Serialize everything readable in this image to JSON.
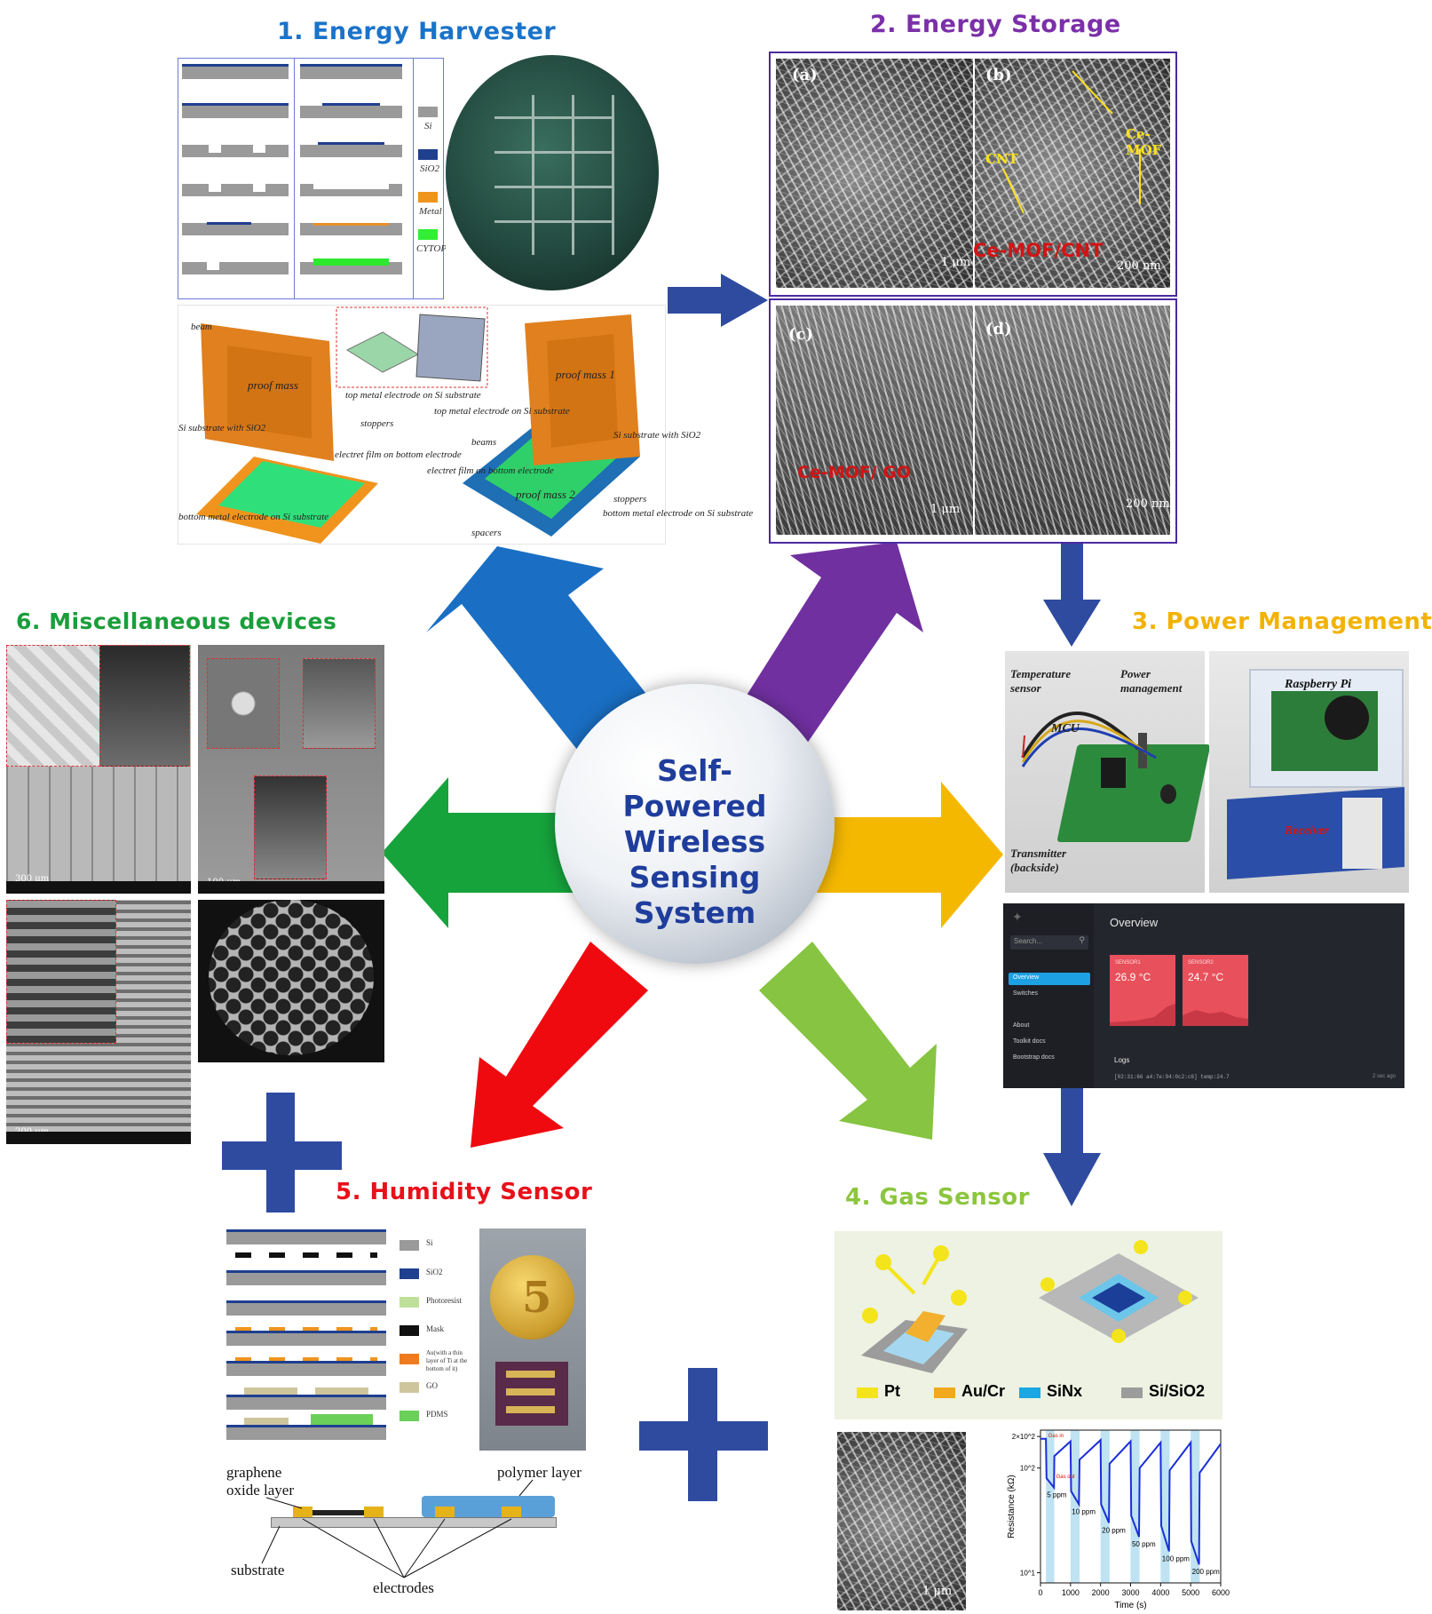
{
  "center": {
    "lines": [
      "Self-",
      "Powered",
      "Wireless",
      "Sensing",
      "System"
    ]
  },
  "sections": {
    "harvester": {
      "title": "1. Energy Harvester",
      "color": "#1a73c9",
      "legend": [
        "Si",
        "SiO2",
        "Metal",
        "CYTOP"
      ],
      "labels": [
        "beam",
        "proof mass",
        "top metal electrode on Si substrate",
        "Si substrate with SiO2",
        "stoppers",
        "electret film on bottom electrode",
        "bottom metal electrode on Si substrate",
        "proof mass 1",
        "top metal electrode on Si substrate",
        "beams",
        "Si substrate with SiO2",
        "electret film on bottom electrode",
        "proof mass 2",
        "stoppers",
        "bottom metal electrode on Si substrate",
        "spacers"
      ]
    },
    "storage": {
      "title": "2. Energy Storage",
      "color": "#7b2fa8",
      "panels": [
        {
          "id": "(a)",
          "scale": "1 μm"
        },
        {
          "id": "(b)",
          "scale": "200 nm",
          "tags": [
            "Ce-MOF",
            "CNT"
          ],
          "caption": "Ce-MOF/CNT"
        },
        {
          "id": "(c)",
          "scale": "1 μm",
          "caption": "Ce-MOF/ GO"
        },
        {
          "id": "(d)",
          "scale": "200 nm"
        }
      ]
    },
    "power": {
      "title": "3. Power Management",
      "color": "#f2b200",
      "photo_labels": [
        "Temperature sensor",
        "Power management",
        "MCU",
        "Transmitter (backside)",
        "Raspberry Pi",
        "Receiver"
      ],
      "dashboard": {
        "heading": "Overview",
        "search_placeholder": "Search...",
        "menu": [
          "Overview",
          "Switches",
          "About",
          "Toolkit docs",
          "Bootstrap docs"
        ],
        "cards": [
          {
            "label": "SENSOR1",
            "value": "26.9 °C"
          },
          {
            "label": "SENSOR2",
            "value": "24.7 °C"
          }
        ],
        "logs_title": "Logs",
        "log_line": "[02:31:66 a4:7e:94:0c2:c6] temp:24.7",
        "log_right": "2 sec ago"
      }
    },
    "gas": {
      "title": "4. Gas Sensor",
      "color": "#8cc63e",
      "legend": [
        "Pt",
        "Au/Cr",
        "SiNx",
        "Si/SiO2"
      ],
      "sem_scale": "1 μm",
      "chart_labels": [
        "Gas in",
        "Gas out"
      ]
    },
    "humidity": {
      "title": "5. Humidity Sensor",
      "color": "#e8101a",
      "legend": [
        "Si",
        "SiO2",
        "Photoresist",
        "Mask",
        "Au(with a thin layer of Ti at the bottom of it)",
        "GO",
        "PDMS"
      ],
      "cross_section": [
        "graphene oxide layer",
        "polymer layer",
        "substrate",
        "electrodes"
      ]
    },
    "misc": {
      "title": "6. Miscellaneous devices",
      "color": "#1a9e3a",
      "sem_bars": [
        "300 μm",
        "100 μm",
        "200 μm"
      ]
    }
  },
  "chart_data": {
    "type": "line",
    "title": "",
    "xlabel": "Time (s)",
    "ylabel": "Resistance (kΩ)",
    "x_ticks": [
      0,
      1000,
      2000,
      3000,
      4000,
      5000,
      6000
    ],
    "y_ticks": [
      "10^1",
      "10^2",
      "2×10^2"
    ],
    "xlim": [
      0,
      6000
    ],
    "y_scale": "log",
    "annotations": [
      "5 ppm",
      "10 ppm",
      "20 ppm",
      "50 ppm",
      "100 ppm",
      "200 ppm"
    ],
    "series": [
      {
        "x": [
          0,
          180,
          200,
          450,
          460,
          1000,
          1020,
          1280,
          1300,
          2000,
          2020,
          2280,
          2300,
          3000,
          3020,
          3280,
          3300,
          4000,
          4020,
          4280,
          4300,
          5000,
          5020,
          5280,
          5300,
          6000
        ],
        "y": [
          190,
          190,
          80,
          65,
          130,
          180,
          60,
          45,
          120,
          185,
          45,
          30,
          110,
          180,
          35,
          22,
          100,
          175,
          28,
          16,
          95,
          175,
          20,
          12,
          90,
          170
        ]
      }
    ],
    "shaded_x_ranges": [
      [
        180,
        460
      ],
      [
        1000,
        1300
      ],
      [
        2000,
        2300
      ],
      [
        3000,
        3300
      ],
      [
        4000,
        4300
      ],
      [
        5000,
        5300
      ]
    ],
    "grid": false
  }
}
